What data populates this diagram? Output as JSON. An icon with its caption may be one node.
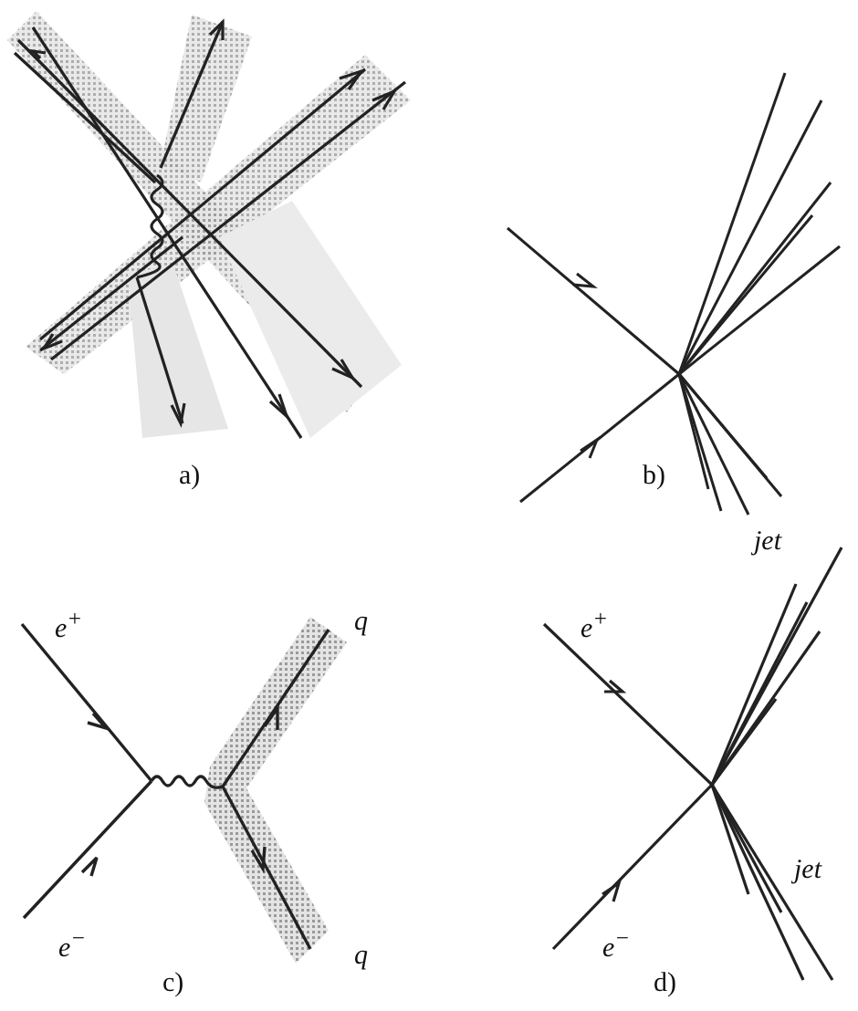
{
  "diagram": {
    "labels": [
      "a)",
      "b)",
      "e$^{+}$",
      "e$^{−}$",
      "q",
      "q",
      "c)",
      "e$^{+}$",
      "e$^{−}$",
      "jet",
      "jet",
      "d)"
    ]
  }
}
